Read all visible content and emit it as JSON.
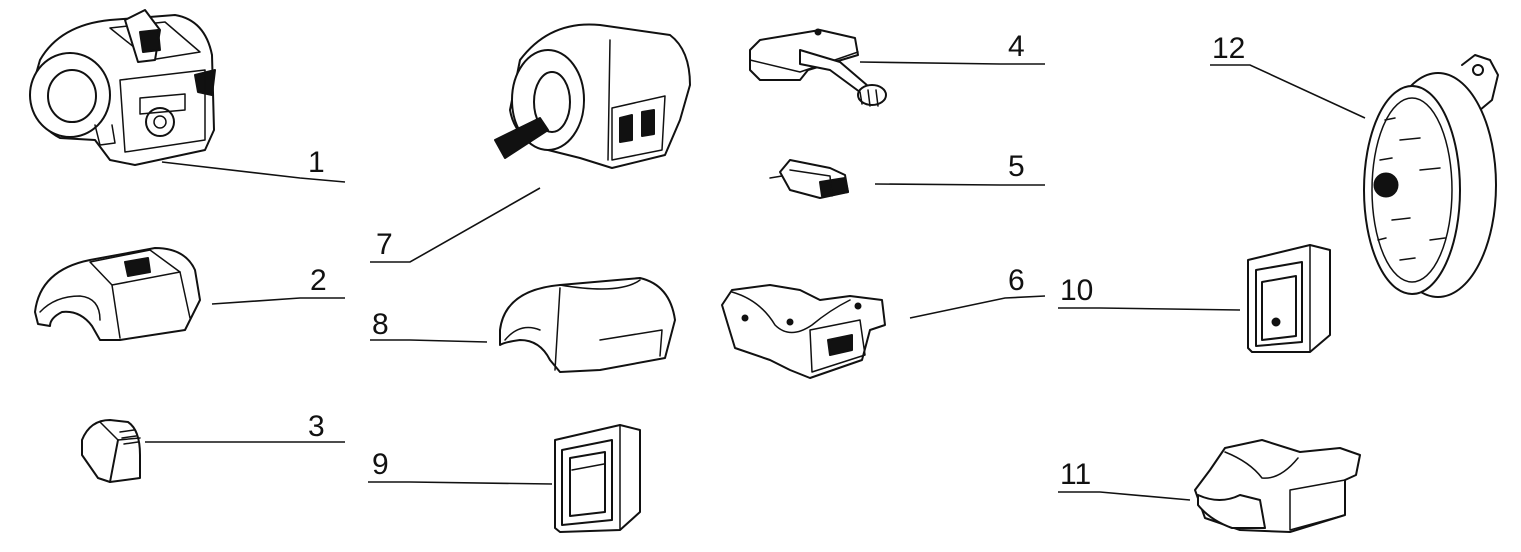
{
  "callouts": [
    "1",
    "2",
    "3",
    "4",
    "5",
    "6",
    "7",
    "8",
    "9",
    "10",
    "11",
    "12"
  ],
  "colors": {
    "ink": "#111111",
    "paper": "#ffffff"
  }
}
